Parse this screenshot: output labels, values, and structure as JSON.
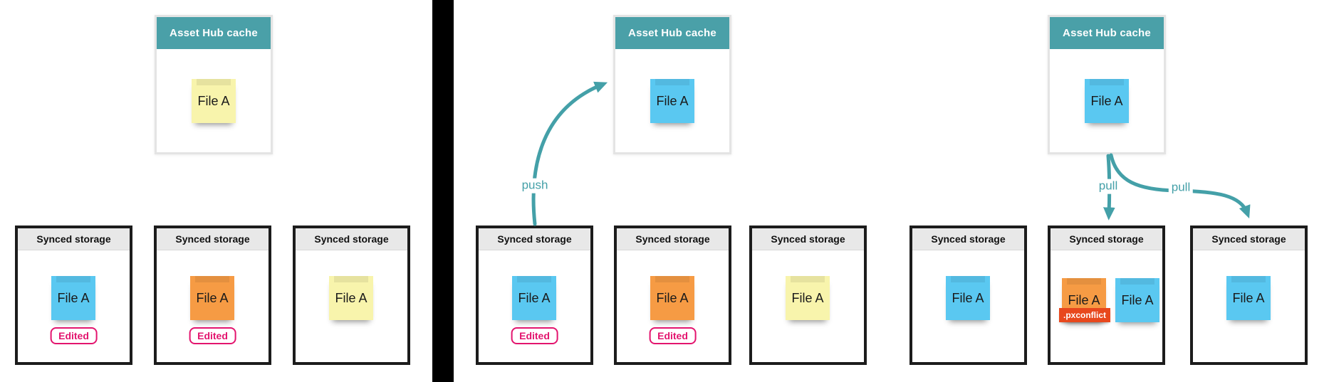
{
  "colors": {
    "teal": "#44a0a8",
    "hub_header_bg": "#4aa0a8",
    "hub_border": "#e4e4e4",
    "storage_border": "#1c1c1c",
    "storage_header_bg": "#e8e8e8",
    "note_blue": "#5ac8f1",
    "note_orange": "#f69b44",
    "note_yellow": "#f8f4ac",
    "note_text": "#1a1a1a",
    "badge_pink": "#e3146e",
    "conflict_red": "#e8481d",
    "divider_black": "#000000"
  },
  "panels": [
    {
      "hub": {
        "title": "Asset Hub cache",
        "note": {
          "label": "File A",
          "color": "yellow"
        }
      },
      "storages": [
        {
          "title": "Synced storage",
          "note": {
            "label": "File A",
            "color": "blue"
          },
          "badge": "Edited"
        },
        {
          "title": "Synced storage",
          "note": {
            "label": "File A",
            "color": "orange"
          },
          "badge": "Edited"
        },
        {
          "title": "Synced storage",
          "note": {
            "label": "File A",
            "color": "yellow"
          }
        }
      ]
    },
    {
      "hub": {
        "title": "Asset Hub cache",
        "note": {
          "label": "File A",
          "color": "blue"
        }
      },
      "push_label": "push",
      "storages": [
        {
          "title": "Synced storage",
          "note": {
            "label": "File A",
            "color": "blue"
          },
          "badge": "Edited"
        },
        {
          "title": "Synced storage",
          "note": {
            "label": "File A",
            "color": "orange"
          },
          "badge": "Edited"
        },
        {
          "title": "Synced storage",
          "note": {
            "label": "File A",
            "color": "yellow"
          }
        }
      ]
    },
    {
      "hub": {
        "title": "Asset Hub cache",
        "note": {
          "label": "File A",
          "color": "blue"
        }
      },
      "pull_labels": [
        "pull",
        "pull"
      ],
      "storages": [
        {
          "title": "Synced storage",
          "note": {
            "label": "File A",
            "color": "blue"
          }
        },
        {
          "title": "Synced storage",
          "note": {
            "label": "File A",
            "color": "orange"
          },
          "conflict_label": ".pxconflict",
          "note2": {
            "label": "File A",
            "color": "blue"
          }
        },
        {
          "title": "Synced storage",
          "note": {
            "label": "File A",
            "color": "blue"
          }
        }
      ]
    }
  ]
}
